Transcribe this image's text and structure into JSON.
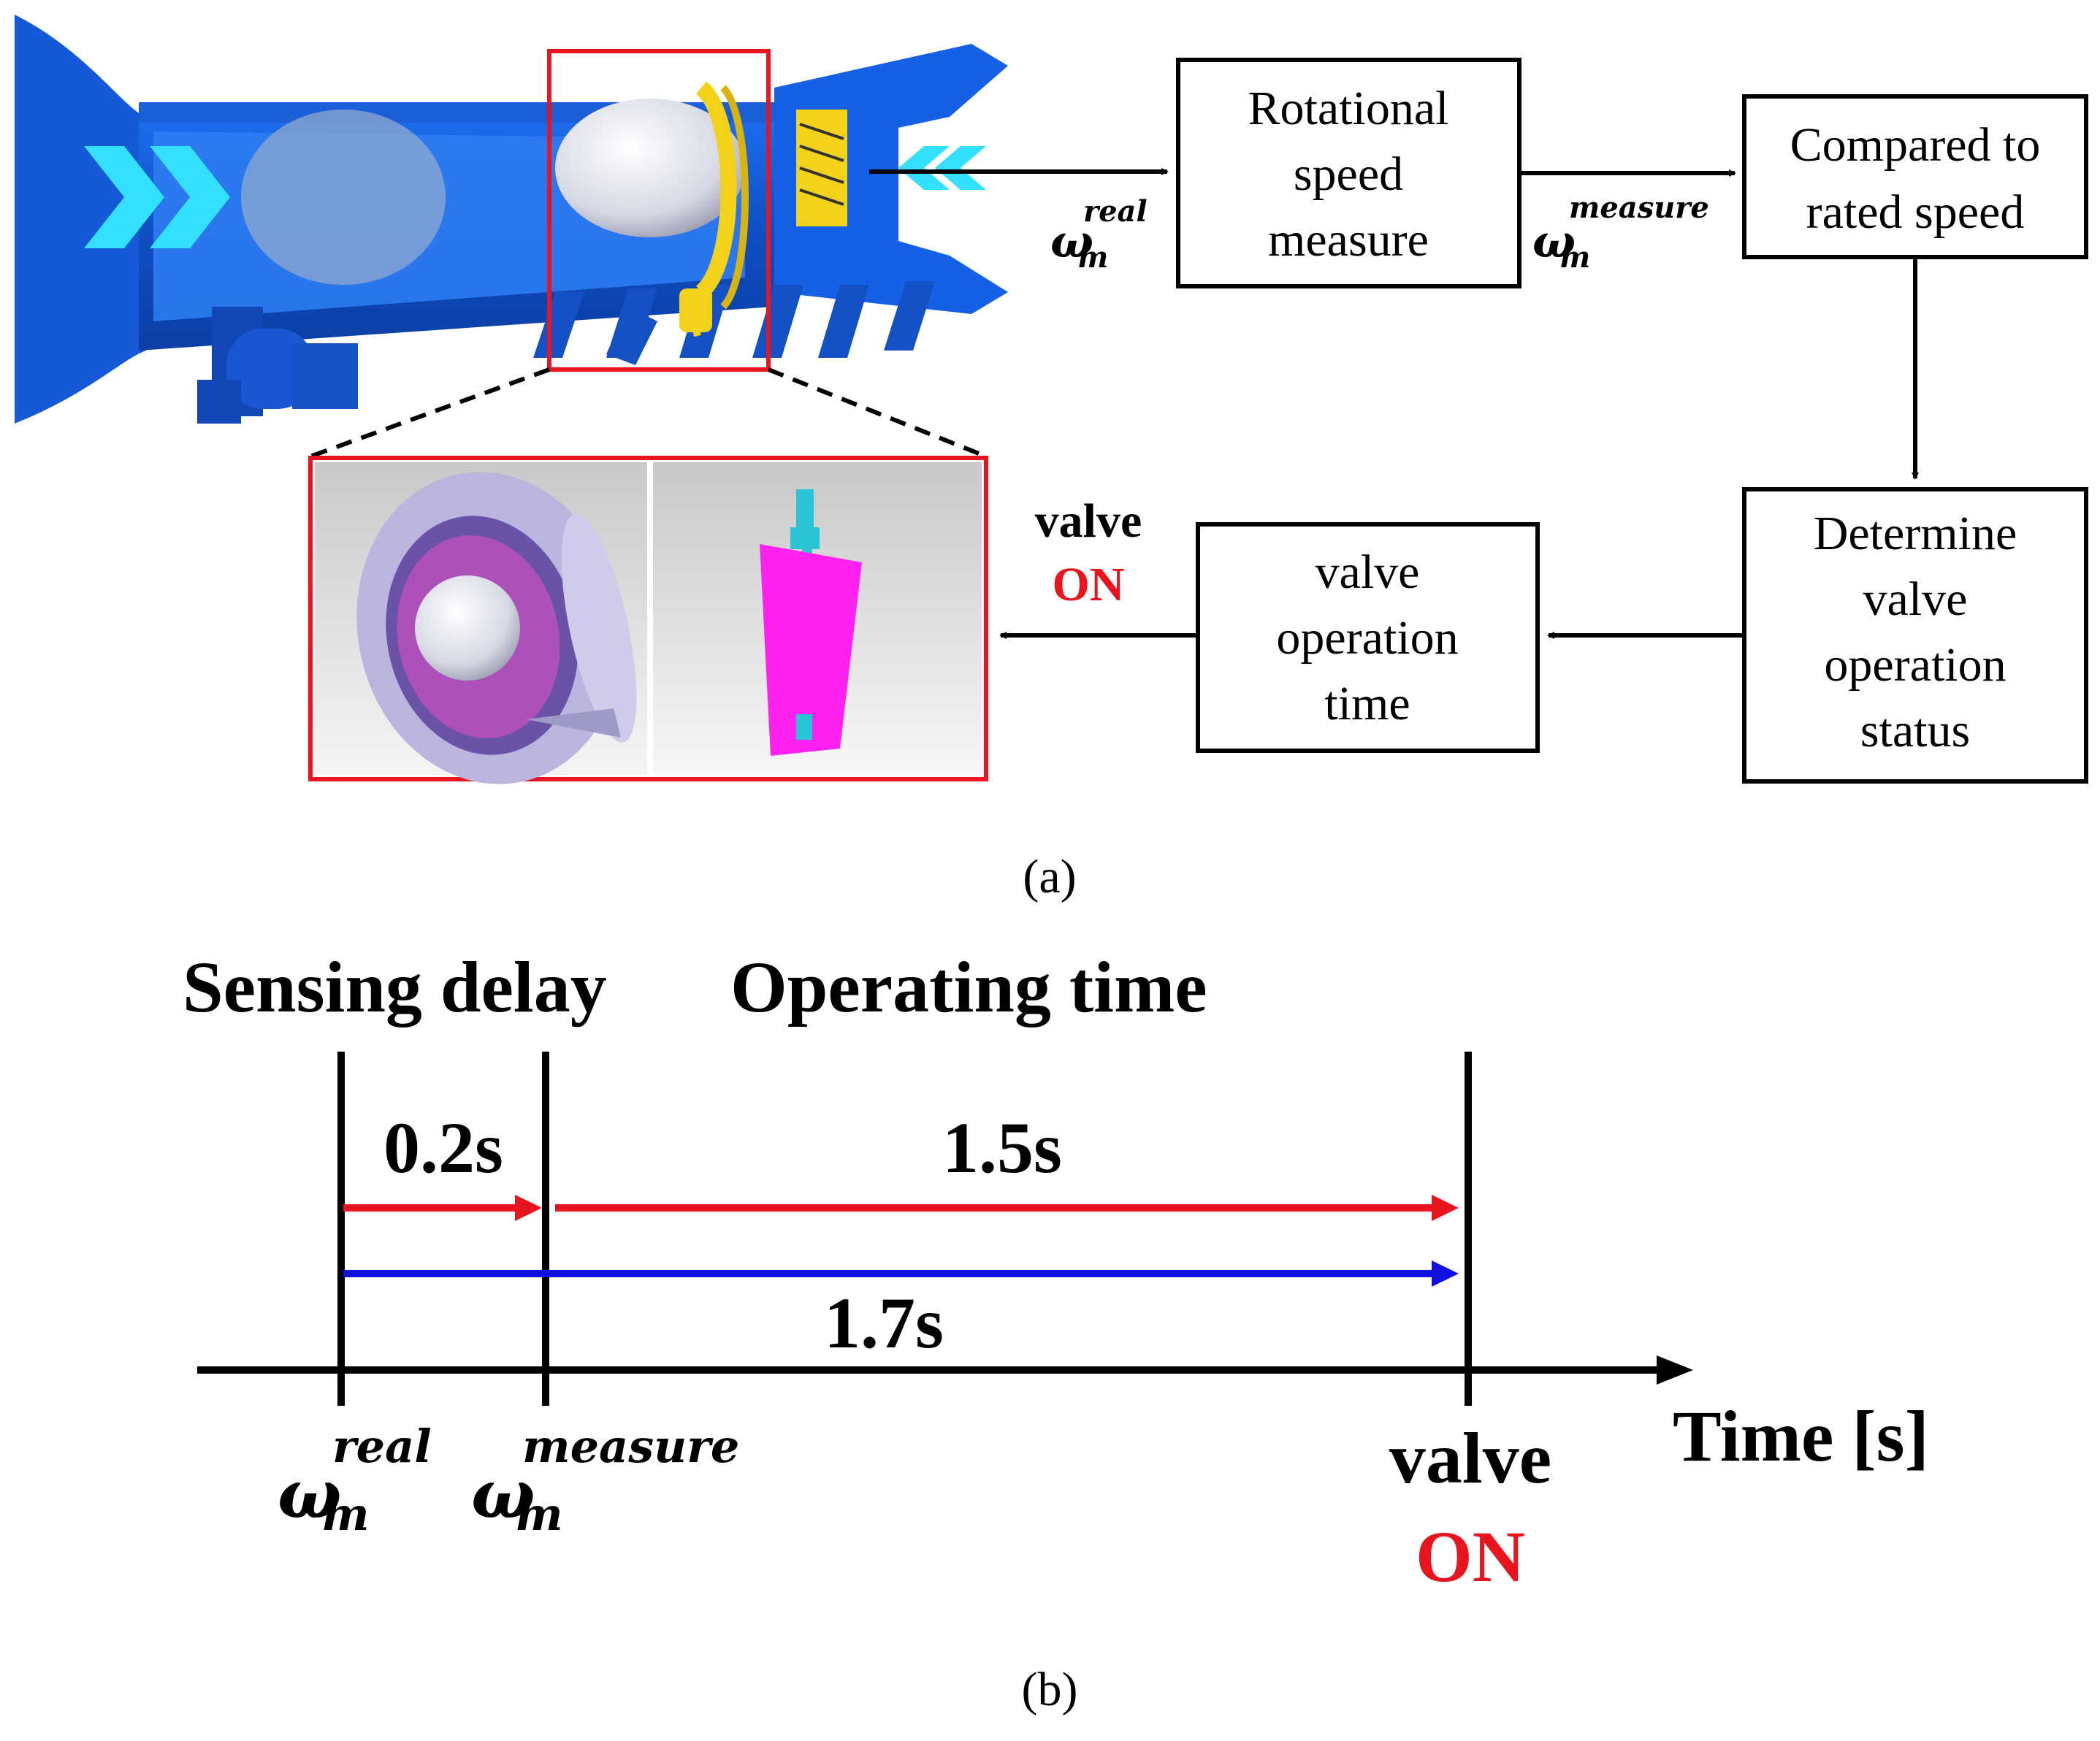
{
  "flowchart": {
    "box_rotational": [
      "Rotational",
      "speed",
      "measure"
    ],
    "box_compared": [
      "Compared to",
      "rated speed"
    ],
    "box_determine": [
      "Determine",
      "valve",
      "operation",
      "status"
    ],
    "box_valve_time": [
      "valve",
      "operation",
      "time"
    ],
    "label_omega_real": {
      "base": "ω",
      "sub": "m",
      "sup": "real"
    },
    "label_omega_measure": {
      "base": "ω",
      "sub": "m",
      "sup": "measure"
    },
    "valve_label": "valve",
    "on_label": "ON"
  },
  "caption_a": "(a)",
  "timeline": {
    "title_sensing": "Sensing delay",
    "title_operating": "Operating time",
    "sensing_delay_value": "0.2s",
    "operating_time_value": "1.5s",
    "total_value": "1.7s",
    "axis_label": "Time [s]",
    "marker_real": {
      "base": "ω",
      "sub": "m",
      "sup": "real"
    },
    "marker_measure": {
      "base": "ω",
      "sub": "m",
      "sup": "measure"
    },
    "valve_label": "valve",
    "on_label": "ON"
  },
  "caption_b": "(b)",
  "colors": {
    "turbine_blue": "#1565e0",
    "chevron_cyan": "#33e0ff",
    "highlight_red": "#e8141e",
    "blade_magenta": "#ff22ee",
    "arrow_blue": "#1010e0",
    "ring_yellow": "#f2d21a"
  },
  "icons": [
    "turbine-illustration",
    "valve-ring-render",
    "guide-vane-render"
  ]
}
